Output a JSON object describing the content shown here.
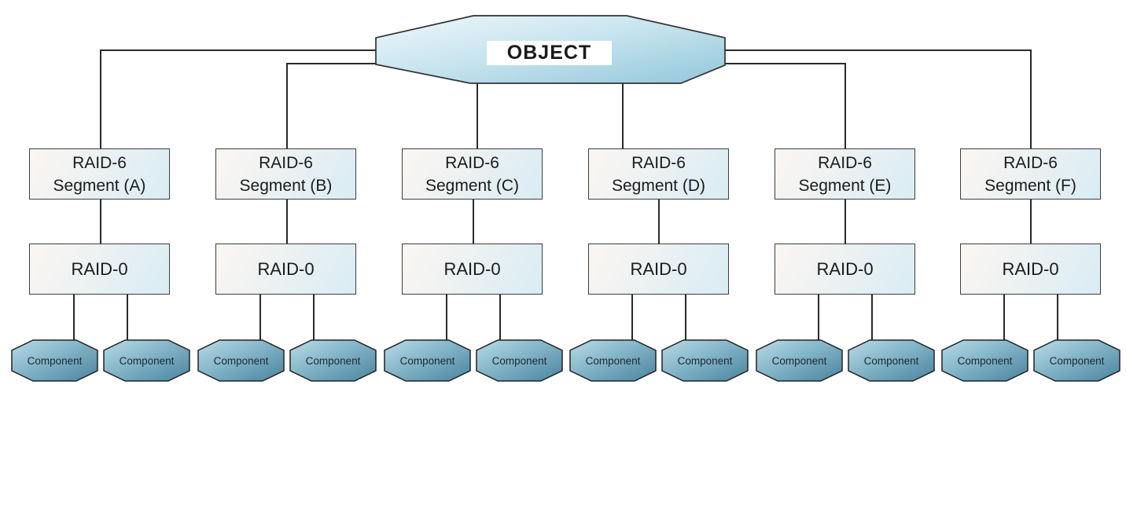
{
  "diagram": {
    "title_node": {
      "label": "OBJECT"
    },
    "groups": [
      {
        "raid6_line1": "RAID-6",
        "raid6_line2": "Segment (A)",
        "raid0_label": "RAID-0",
        "components": [
          "Component",
          "Component"
        ]
      },
      {
        "raid6_line1": "RAID-6",
        "raid6_line2": "Segment (B)",
        "raid0_label": "RAID-0",
        "components": [
          "Component",
          "Component"
        ]
      },
      {
        "raid6_line1": "RAID-6",
        "raid6_line2": "Segment (C)",
        "raid0_label": "RAID-0",
        "components": [
          "Component",
          "Component"
        ]
      },
      {
        "raid6_line1": "RAID-6",
        "raid6_line2": "Segment (D)",
        "raid0_label": "RAID-0",
        "components": [
          "Component",
          "Component"
        ]
      },
      {
        "raid6_line1": "RAID-6",
        "raid6_line2": "Segment (E)",
        "raid0_label": "RAID-0",
        "components": [
          "Component",
          "Component"
        ]
      },
      {
        "raid6_line1": "RAID-6",
        "raid6_line2": "Segment (F)",
        "raid0_label": "RAID-0",
        "components": [
          "Component",
          "Component"
        ]
      }
    ],
    "colors": {
      "object_fill_light": "#eef7fb",
      "object_fill_dark": "#92c7da",
      "box_fill_warm": "#fbf6f2",
      "box_fill_blue": "#d9ecf4",
      "component_fill_light": "#b9dce6",
      "component_fill_dark": "#49849f",
      "connector_line": "#2a2a2a"
    }
  }
}
